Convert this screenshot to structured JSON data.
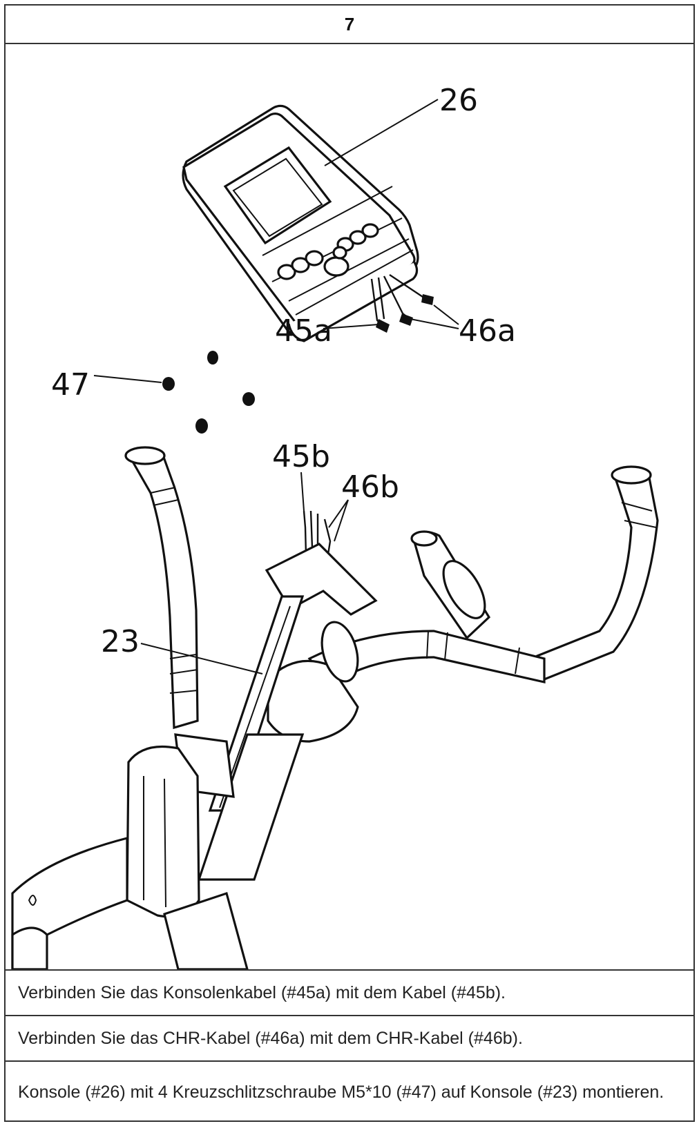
{
  "step": {
    "number": "7"
  },
  "figure": {
    "callouts": {
      "console": "26",
      "console_cable": "45a",
      "chr_cable_console": "46a",
      "screws": "47",
      "frame_cable": "45b",
      "chr_cable_frame": "46b",
      "console_mast": "23"
    }
  },
  "instructions": [
    {
      "text": "Verbinden Sie das Konsolenkabel (#45a) mit dem Kabel (#45b)."
    },
    {
      "text": "Verbinden Sie das CHR-Kabel (#46a) mit dem CHR-Kabel (#46b)."
    },
    {
      "text": "Konsole (#26) mit 4 Kreuzschlitzschraube M5*10 (#47) auf Konsole (#23) montieren."
    }
  ]
}
